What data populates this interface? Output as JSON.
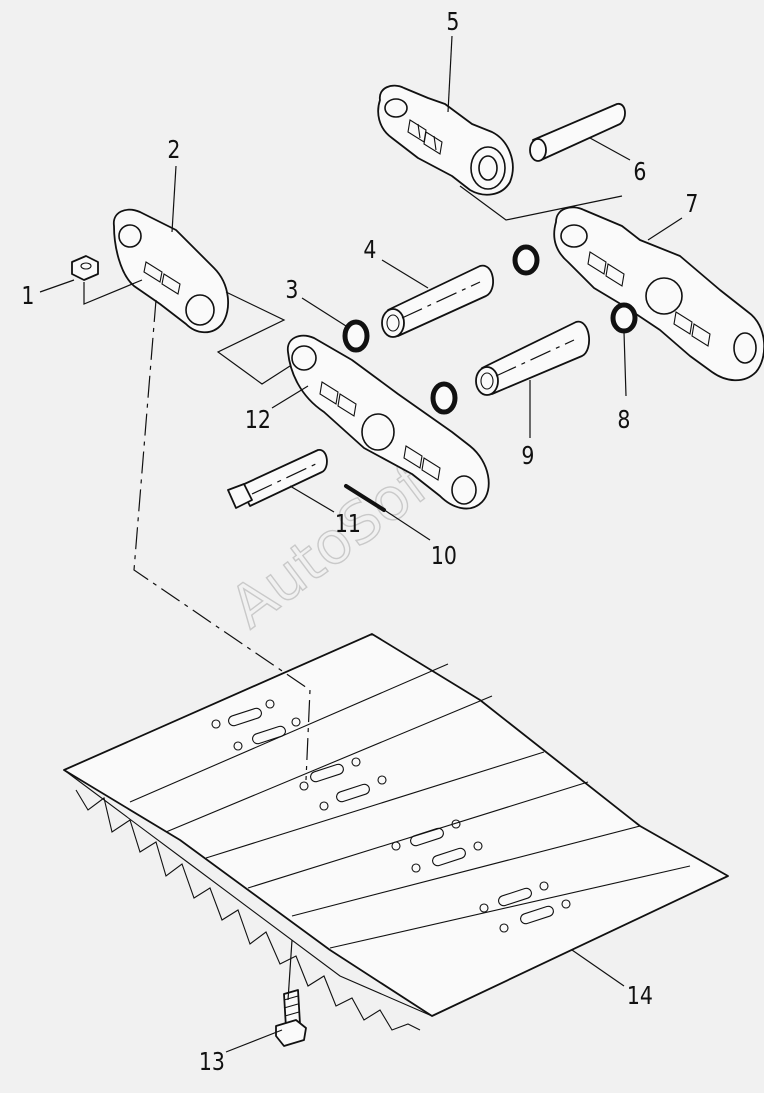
{
  "watermark": "AutoSoft",
  "callouts": [
    {
      "id": "1",
      "text": "1"
    },
    {
      "id": "2",
      "text": "2"
    },
    {
      "id": "3",
      "text": "3"
    },
    {
      "id": "4",
      "text": "4"
    },
    {
      "id": "5",
      "text": "5"
    },
    {
      "id": "6",
      "text": "6"
    },
    {
      "id": "7",
      "text": "7"
    },
    {
      "id": "8",
      "text": "8"
    },
    {
      "id": "9",
      "text": "9"
    },
    {
      "id": "10",
      "text": "10"
    },
    {
      "id": "11",
      "text": "11"
    },
    {
      "id": "12",
      "text": "12"
    },
    {
      "id": "13",
      "text": "13"
    },
    {
      "id": "14",
      "text": "14"
    }
  ],
  "colors": {
    "background": "#f1f1f1",
    "line": "#111111",
    "watermark": "#c9c9c9"
  }
}
